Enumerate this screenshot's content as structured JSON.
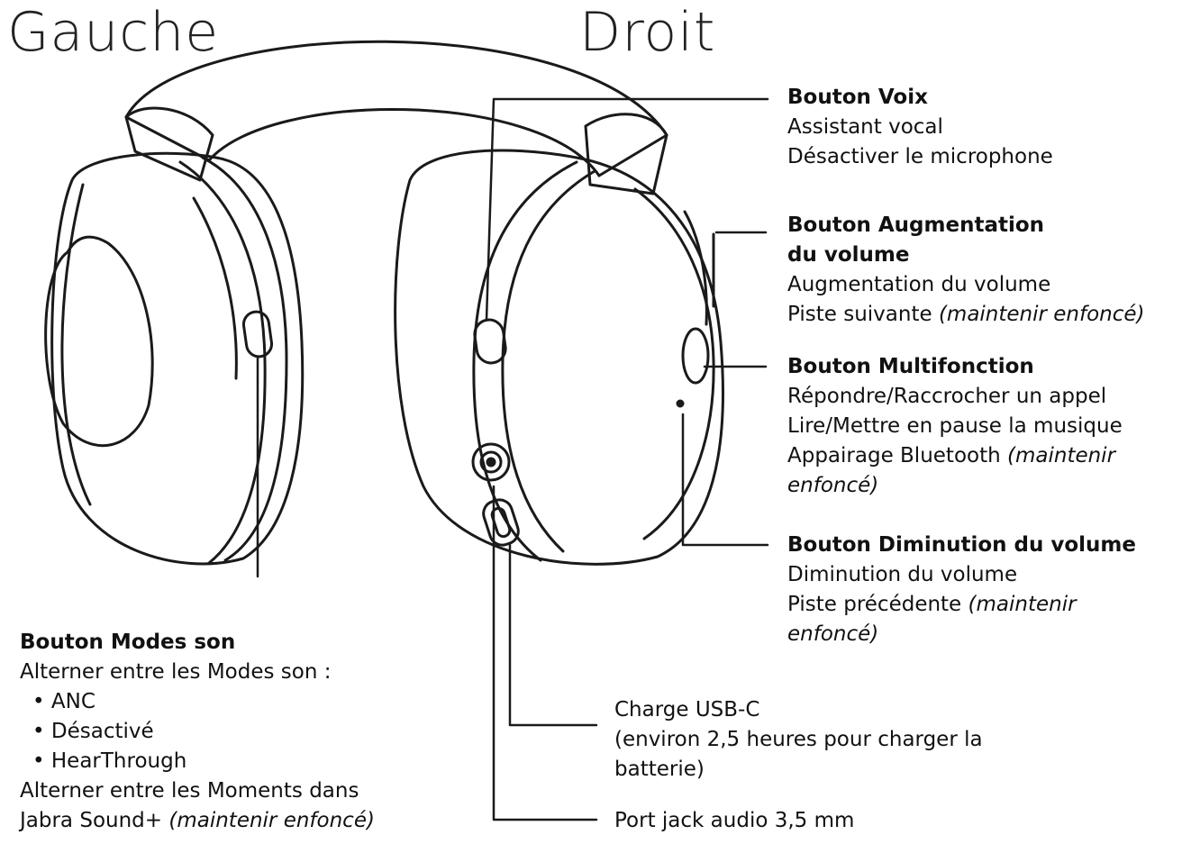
{
  "headings": {
    "left": "Gauche",
    "right": "Droit"
  },
  "callouts": {
    "voice": {
      "title": "Bouton Voix",
      "lines": [
        "Assistant vocal",
        "Désactiver le microphone"
      ]
    },
    "volume_up": {
      "title_1": "Bouton Augmentation",
      "title_2": "du volume",
      "line_1": "Augmentation du volume",
      "line_2": "Piste suivante",
      "line_2_note": "(maintenir enfoncé)"
    },
    "multifunction": {
      "title": "Bouton Multifonction",
      "line_1": "Répondre/Raccrocher un appel",
      "line_2": "Lire/Mettre en pause la musique",
      "line_3": "Appairage Bluetooth",
      "line_3_note": "(maintenir",
      "line_4_note": "enfoncé)"
    },
    "volume_down": {
      "title": "Bouton Diminution du volume",
      "line_1": "Diminution du volume",
      "line_2": "Piste précédente",
      "line_2_note": "(maintenir",
      "line_3_note": "enfoncé)"
    },
    "usb": {
      "line_1": "Charge USB-C",
      "line_2": "(environ 2,5 heures pour charger la",
      "line_3": "batterie)"
    },
    "jack": {
      "line_1": "Port jack audio 3,5 mm"
    },
    "sound_modes": {
      "title": "Bouton Modes son",
      "line_1": "Alterner entre les Modes son :",
      "bullets": [
        "ANC",
        "Désactivé",
        "HearThrough"
      ],
      "line_2": "Alterner entre les Moments dans",
      "line_3": "Jabra Sound+",
      "line_3_note": "(maintenir enfoncé)"
    }
  }
}
